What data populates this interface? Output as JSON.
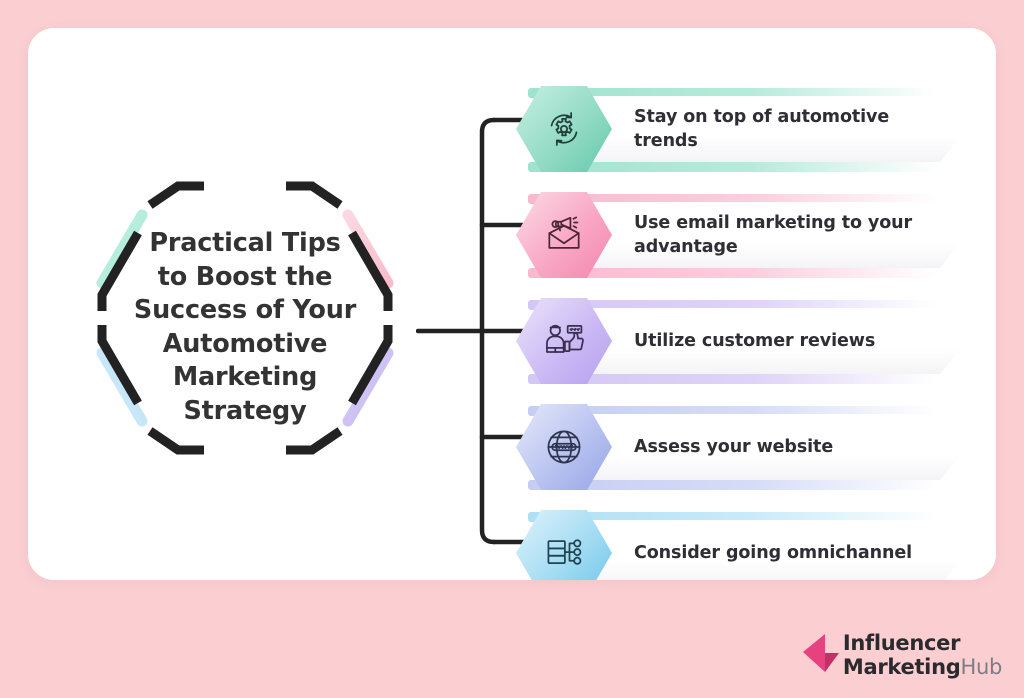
{
  "page": {
    "background_color": "#fbcfd2",
    "card_color": "#ffffff"
  },
  "center": {
    "title_lines": [
      "Practical Tips",
      "to Boost the",
      "Success of Your",
      "Automotive",
      "Marketing",
      "Strategy"
    ],
    "title_full": "Practical Tips to Boost the Success of Your Automotive Marketing Strategy",
    "shape": "hexagon",
    "outline_color": "#222222",
    "segment_colors": {
      "top": "#a9ead6",
      "upper_right": "#f9c6d3",
      "lower_right": "#cfc3f3",
      "bottom": "#c8ccf2",
      "lower_left": "#bfe3f7",
      "upper_left": "#a9ead6"
    }
  },
  "connector": {
    "line_color": "#222222",
    "branch_count": 5
  },
  "items": [
    {
      "label": "Stay on top of automotive trends",
      "icon": "gear-refresh-icon",
      "hex_color_from": "#b9ecdc",
      "hex_color_to": "#74cfb4",
      "bar_color": "#9ee3cd",
      "icon_stroke": "#1f3f3a"
    },
    {
      "label": "Use email marketing to your advantage",
      "icon": "email-megaphone-icon",
      "hex_color_from": "#fbd3e0",
      "hex_color_to": "#f58cb4",
      "bar_color": "#f9b8cd",
      "icon_stroke": "#4a2733"
    },
    {
      "label": "Utilize customer reviews",
      "icon": "customer-review-icon",
      "hex_color_from": "#e7defb",
      "hex_color_to": "#bda5ef",
      "bar_color": "#d4c6f5",
      "icon_stroke": "#3a2f52"
    },
    {
      "label": "Assess your website",
      "icon": "globe-www-icon",
      "hex_color_from": "#dfe3fa",
      "hex_color_to": "#9eadea",
      "bar_color": "#c5cdf2",
      "icon_stroke": "#2f3550"
    },
    {
      "label": "Consider going omnichannel",
      "icon": "server-nodes-icon",
      "hex_color_from": "#d5f0fb",
      "hex_color_to": "#74cdef",
      "bar_color": "#aee0f5",
      "icon_stroke": "#1f4452"
    }
  ],
  "logo": {
    "line1": "Influencer",
    "line2_bold": "Marketing",
    "line2_light": "Hub",
    "mark_color": "#e8417f",
    "mark_color_dark": "#c42f66",
    "mark": "arrow-mark-icon"
  }
}
